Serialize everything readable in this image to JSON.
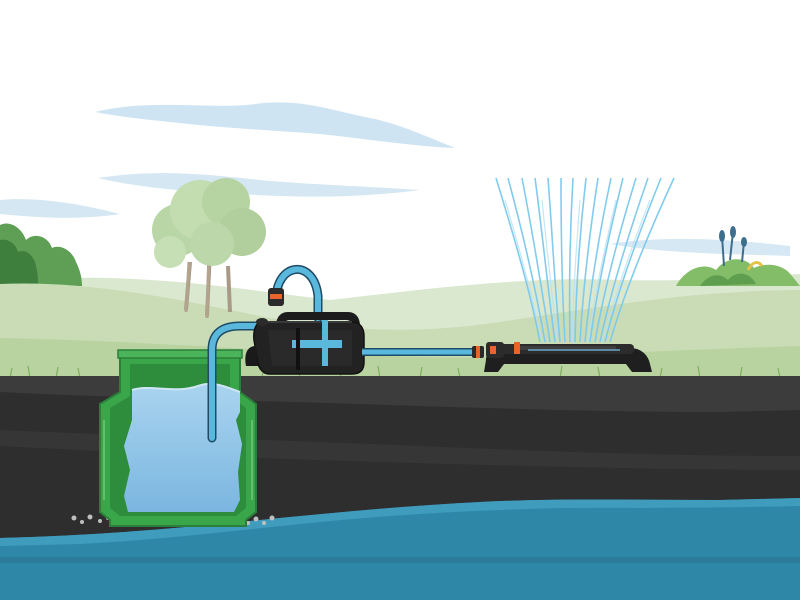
{
  "scene": {
    "type": "illustration",
    "subject": "rainwater-tank-pump-sprinkler-system",
    "components": [
      {
        "name": "underground-tank",
        "icon": "tank-icon"
      },
      {
        "name": "water-pump",
        "icon": "pump-icon"
      },
      {
        "name": "suction-hose",
        "icon": "hose-icon"
      },
      {
        "name": "oscillating-sprinkler",
        "icon": "sprinkler-icon"
      }
    ],
    "palette": {
      "sky": "#ffffff",
      "cloud": "#cfe4f2",
      "hill_far": "#dbe8d0",
      "hill_mid": "#c9dcb6",
      "grass": "#b9d3a0",
      "soil_top": "#3c3c3c",
      "soil_deep": "#2e2e2e",
      "groundwater": "#2f87a8",
      "tank_green": "#3aa64a",
      "tank_water": "#8ec3e6",
      "hose_blue": "#5bb8dd",
      "pump_body": "#1f1f1f",
      "accent_orange": "#e8642c",
      "spray_blue": "#7cc9ee"
    }
  }
}
